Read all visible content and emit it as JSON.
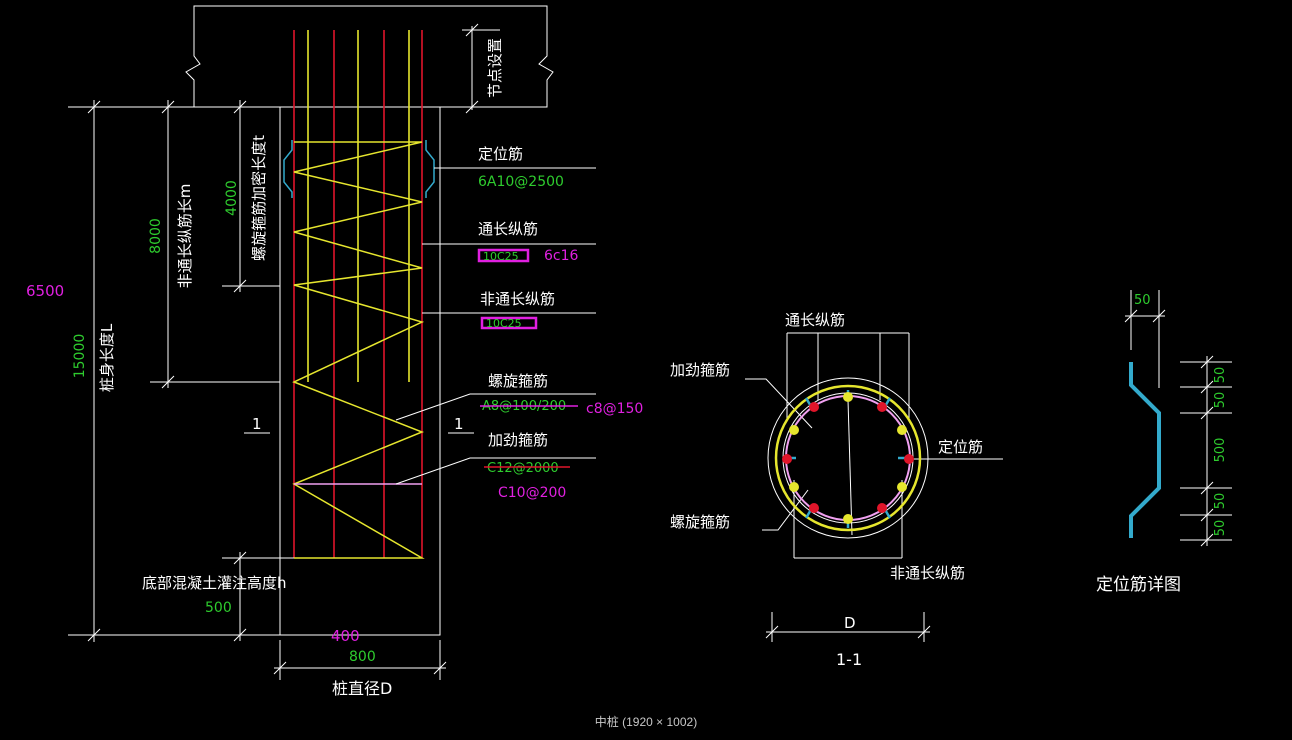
{
  "labels": {
    "node_setting": "节点设置",
    "positioning_bar": "定位筋",
    "positioning_spec": "6A10@2500",
    "through_long_bar": "通长纵筋",
    "through_long_old": "10C25",
    "through_long_new": "6c16",
    "non_through_bar": "非通长纵筋",
    "non_through_old": "10C25",
    "spiral_stirrup": "螺旋箍筋",
    "spiral_old": "A8@100/200",
    "spiral_new": "c8@150",
    "stiff_stirrup": "加劲箍筋",
    "stiff_old": "C12@2000",
    "stiff_new": "C10@200",
    "section_marker_left": "1",
    "section_marker_right": "1",
    "pile_length": "桩身长度L",
    "pile_length_value": "15000",
    "pile_length_new": "6500",
    "non_through_length": "非通长纵筋长m",
    "non_through_length_value": "8000",
    "spiral_dense_length": "螺旋箍筋加密长度t",
    "spiral_dense_value": "4000",
    "bottom_concrete": "底部混凝土灌注高度h",
    "bottom_concrete_value": "500",
    "diameter_new": "400",
    "diameter_value": "800",
    "pile_diameter": "桩直径D",
    "section_through_bar": "通长纵筋",
    "section_stiff": "加劲箍筋",
    "section_positioning": "定位筋",
    "section_spiral": "螺旋箍筋",
    "section_non_through": "非通长纵筋",
    "section_dim": "D",
    "section_title": "1-1",
    "detail_dim_top": "50",
    "detail_dim_1": "50",
    "detail_dim_2": "50",
    "detail_dim_3": "500",
    "detail_dim_4": "50",
    "detail_dim_5": "50",
    "detail_title": "定位筋详图"
  },
  "caption": "中桩 (1920 × 1002)",
  "colors": {
    "background": "#000000",
    "line": "#ffffff",
    "rebar_red": "#e0152a",
    "rebar_yellow": "#e6e62e",
    "dimension_green": "#2ecc2e",
    "revision_magenta": "#e020e0",
    "positioning_cyan": "#33aacc",
    "stiffener_pink": "#f0a0f0"
  }
}
